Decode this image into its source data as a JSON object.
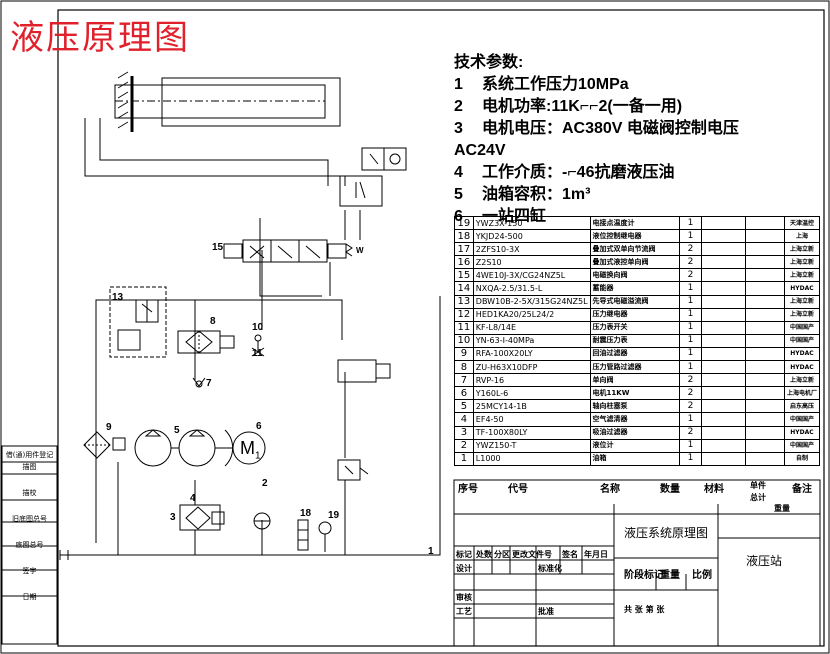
{
  "title": "液压原理图",
  "params": {
    "heading": "技术参数:",
    "items": [
      {
        "n": "1",
        "text": "系统工作压力10MPa"
      },
      {
        "n": "2",
        "text": "电机功率:11K⌐⌐2(一备一用)"
      },
      {
        "n": "3",
        "text": "电机电压：AC380V 电磁阀控制电压"
      },
      {
        "n": "",
        "text": "AC24V"
      },
      {
        "n": "4",
        "text": "工作介质：-⌐46抗磨液压油"
      },
      {
        "n": "5",
        "text": "油箱容积：1m³"
      },
      {
        "n": "6",
        "text": "一站四缸"
      }
    ]
  },
  "bom": [
    {
      "no": "19",
      "code": "YWZ3X-150",
      "name": "电接点温度计",
      "qty": "1",
      "remark": "天津温控"
    },
    {
      "no": "18",
      "code": "YKJD24-500",
      "name": "液位控制继电器",
      "qty": "1",
      "remark": "上海"
    },
    {
      "no": "17",
      "code": "2ZFS10-3X",
      "name": "叠加式双单向节流阀",
      "qty": "2",
      "remark": "上海立新"
    },
    {
      "no": "16",
      "code": "Z2S10",
      "name": "叠加式液控单向阀",
      "qty": "2",
      "remark": "上海立新"
    },
    {
      "no": "15",
      "code": "4WE10J-3X/CG24NZ5L",
      "name": "电磁换向阀",
      "qty": "2",
      "remark": "上海立新"
    },
    {
      "no": "14",
      "code": "NXQA-2.5/31.5-L",
      "name": "蓄能器",
      "qty": "1",
      "remark": "HYDAC"
    },
    {
      "no": "13",
      "code": "DBW10B-2-5X/315G24NZ5L",
      "name": "先导式电磁溢流阀",
      "qty": "1",
      "remark": "上海立新"
    },
    {
      "no": "12",
      "code": "HED1KA20/25L24/2",
      "name": "压力继电器",
      "qty": "1",
      "remark": "上海立新"
    },
    {
      "no": "11",
      "code": "KF-L8/14E",
      "name": "压力表开关",
      "qty": "1",
      "remark": "中国国产"
    },
    {
      "no": "10",
      "code": "YN-63-I-40MPa",
      "name": "耐震压力表",
      "qty": "1",
      "remark": "中国国产"
    },
    {
      "no": "9",
      "code": "RFA-100X20LY",
      "name": "回油过滤器",
      "qty": "1",
      "remark": "HYDAC"
    },
    {
      "no": "8",
      "code": "ZU-H63X10DFP",
      "name": "压力管路过滤器",
      "qty": "1",
      "remark": "HYDAC"
    },
    {
      "no": "7",
      "code": "RVP-16",
      "name": "单向阀",
      "qty": "2",
      "remark": "上海立新"
    },
    {
      "no": "6",
      "code": "Y160L-6",
      "name": "电机11KW",
      "qty": "2",
      "remark": "上海电机厂"
    },
    {
      "no": "5",
      "code": "25MCY14-1B",
      "name": "轴向柱塞泵",
      "qty": "2",
      "remark": "启东高压"
    },
    {
      "no": "4",
      "code": "EF4-50",
      "name": "空气滤清器",
      "qty": "1",
      "remark": "中国国产"
    },
    {
      "no": "3",
      "code": "TF-100X80LY",
      "name": "吸油过滤器",
      "qty": "2",
      "remark": "HYDAC"
    },
    {
      "no": "2",
      "code": "YWZ150-T",
      "name": "液位计",
      "qty": "1",
      "remark": "中国国产"
    },
    {
      "no": "1",
      "code": "L1000",
      "name": "油箱",
      "qty": "1",
      "remark": "自制"
    }
  ],
  "bom_header": {
    "seq": "序号",
    "code": "代号",
    "name": "名称",
    "qty": "数量",
    "mat": "材料",
    "unit": "单件",
    "total": "总计",
    "weight": "重量",
    "remark": "备注"
  },
  "title_block": {
    "drawing": "液压系统原理图",
    "product": "液压站",
    "mark": "标记",
    "count": "处数",
    "zone": "分区",
    "doc": "更改文件号",
    "sign": "签名",
    "date": "年月日",
    "design": "设计",
    "std": "标准化",
    "stage": "阶段标记",
    "weight": "重量",
    "scale": "比例",
    "check": "审核",
    "process": "工艺",
    "approve": "批准",
    "sheets": "共  张  第  张"
  },
  "sidebar": [
    "借(通)用件登记",
    "描图",
    "描校",
    "旧底图总号",
    "底图总号",
    "签字",
    "日期"
  ],
  "labels": {
    "l1": "1",
    "l2": "2",
    "l3": "3",
    "l4": "4",
    "l5": "5",
    "l6": "6",
    "l7": "7",
    "l8": "8",
    "l9": "9",
    "l10": "10",
    "l11": "11",
    "l13": "13",
    "l15": "15",
    "l18": "18",
    "l19": "19",
    "motor": "M",
    "motor_sub": "1",
    "w": "W"
  }
}
